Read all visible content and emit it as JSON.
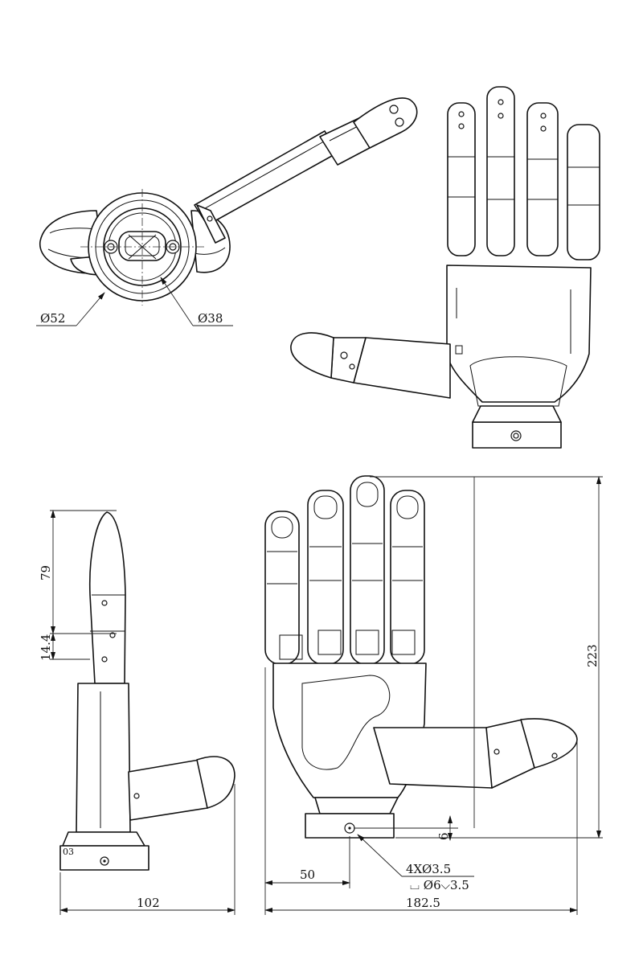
{
  "views": {
    "top_left": {
      "dia_outer": "Ø52",
      "dia_inner": "Ø38"
    },
    "side": {
      "dim_vertical_1": "79",
      "dim_vertical_2": "14.4",
      "stamp": "03",
      "dim_width": "102"
    },
    "front": {
      "dim_height": "223",
      "dim_small": "6",
      "dim_offset": "50",
      "dim_width": "182.5",
      "hole_callout_1": "4XØ3.5",
      "hole_callout_2": "⌴ Ø6⌵3.5"
    }
  },
  "colors": {
    "line": "#111111",
    "background": "#ffffff"
  },
  "icons": [
    "robotic-hand-line-drawing"
  ]
}
